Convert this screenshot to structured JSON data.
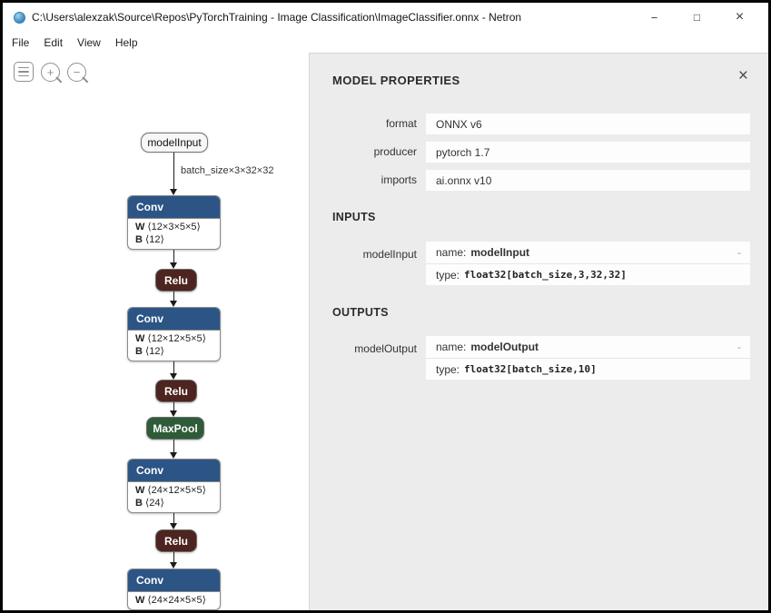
{
  "window": {
    "title": "C:\\Users\\alexzak\\Source\\Repos\\PyTorchTraining - Image Classification\\ImageClassifier.onnx - Netron",
    "controls": {
      "minimize": "−",
      "maximize": "□",
      "close": "×"
    }
  },
  "menu": {
    "items": [
      "File",
      "Edit",
      "View",
      "Help"
    ]
  },
  "toolbar": {
    "zoom_in": "+",
    "zoom_out": "−"
  },
  "graph": {
    "input_label": "modelInput",
    "edge_label": "batch_size×3×32×32",
    "nodes": [
      {
        "op": "Conv",
        "attrs": [
          {
            "key": "W",
            "val": "⟨12×3×5×5⟩"
          },
          {
            "key": "B",
            "val": "⟨12⟩"
          }
        ]
      },
      {
        "op": "Relu"
      },
      {
        "op": "Conv",
        "attrs": [
          {
            "key": "W",
            "val": "⟨12×12×5×5⟩"
          },
          {
            "key": "B",
            "val": "⟨12⟩"
          }
        ]
      },
      {
        "op": "Relu"
      },
      {
        "op": "MaxPool"
      },
      {
        "op": "Conv",
        "attrs": [
          {
            "key": "W",
            "val": "⟨24×12×5×5⟩"
          },
          {
            "key": "B",
            "val": "⟨24⟩"
          }
        ]
      },
      {
        "op": "Relu"
      },
      {
        "op": "Conv",
        "attrs": [
          {
            "key": "W",
            "val": "⟨24×24×5×5⟩"
          }
        ]
      }
    ],
    "colors": {
      "layer_header": "#2c5586",
      "activation": "#4d241f",
      "pool": "#2e5c38"
    }
  },
  "panel": {
    "title": "MODEL PROPERTIES",
    "close": "×",
    "properties": [
      {
        "label": "format",
        "value": "ONNX v6"
      },
      {
        "label": "producer",
        "value": "pytorch 1.7"
      },
      {
        "label": "imports",
        "value": "ai.onnx v10"
      }
    ],
    "inputs_heading": "INPUTS",
    "outputs_heading": "OUTPUTS",
    "input": {
      "label": "modelInput",
      "name_key": "name:",
      "name": "modelInput",
      "type_key": "type:",
      "type": "float32[batch_size,3,32,32]",
      "collapse": "-"
    },
    "output": {
      "label": "modelOutput",
      "name_key": "name:",
      "name": "modelOutput",
      "type_key": "type:",
      "type": "float32[batch_size,10]",
      "collapse": "-"
    }
  }
}
